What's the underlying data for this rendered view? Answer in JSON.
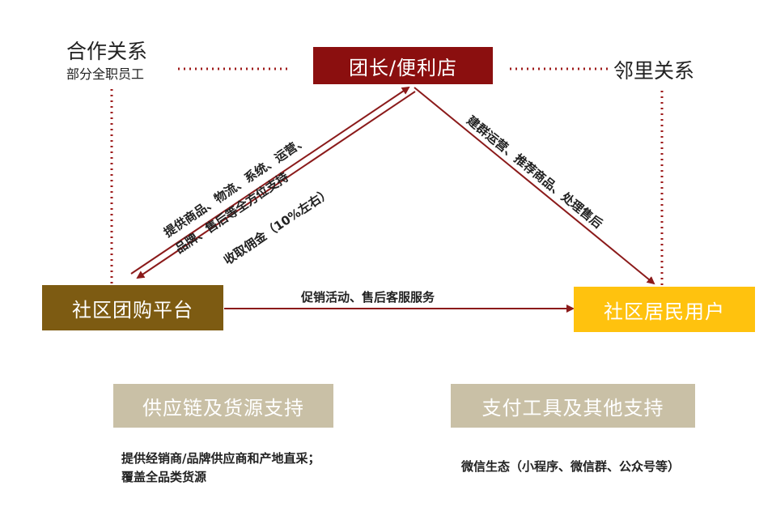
{
  "nodes": {
    "leader": {
      "label": "团长/便利店",
      "color": "#8b0f0f"
    },
    "platform": {
      "label": "社区团购平台",
      "color": "#7d5b12"
    },
    "residents": {
      "label": "社区居民用户",
      "color": "#ffc20e"
    },
    "supply": {
      "label": "供应链及货源支持",
      "color": "#c9c0a6"
    },
    "payment": {
      "label": "支付工具及其他支持",
      "color": "#c9c0a6"
    }
  },
  "relations": {
    "cooperation_title": "合作关系",
    "cooperation_sub": "部分全职员工",
    "neighbor_title": "邻里关系"
  },
  "edges": {
    "platform_to_leader_line1": "提供商品、物流、系统、运营、",
    "platform_to_leader_line2": "品牌、售后等全方位支持",
    "commission": "收取佣金（10%左右）",
    "leader_to_residents": "建群运营、推荐商品、处理售后",
    "platform_to_residents": "促销活动、售后客服服务"
  },
  "descriptions": {
    "supply_line1": "提供经销商/品牌供应商和产地直采；",
    "supply_line2": "覆盖全品类货源",
    "payment_text": "微信生态（小程序、微信群、公众号等）"
  },
  "colors": {
    "arrow": "#8b1a1a",
    "dotted": "#9e1b1b"
  }
}
